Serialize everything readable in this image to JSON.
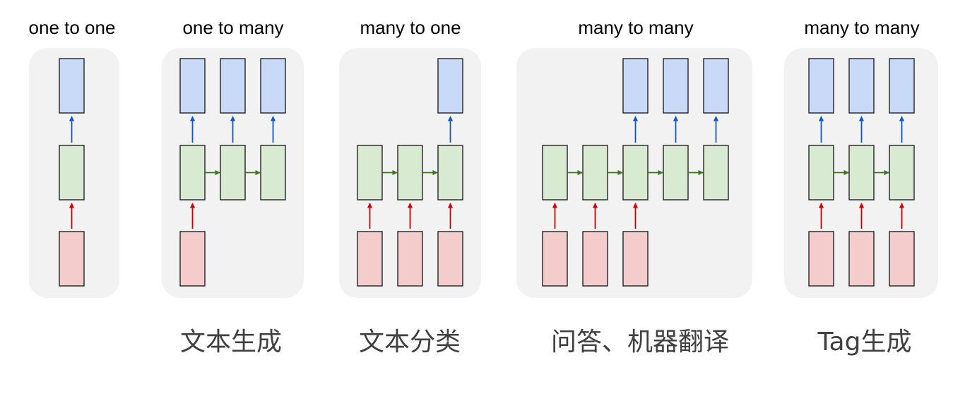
{
  "colors": {
    "output": "#c9daf8",
    "hidden": "#d9ead3",
    "input": "#f4cccc",
    "arrow_out": "#1155cc",
    "arrow_rec": "#38761d",
    "arrow_in": "#cc0000",
    "panel": "#f2f2f2"
  },
  "panels": [
    {
      "id": "one-to-one",
      "title": "one to one",
      "caption": "",
      "columns": [
        {
          "in": true,
          "out": true
        }
      ],
      "recurrent": false
    },
    {
      "id": "one-to-many",
      "title": "one to many",
      "caption": "文本生成",
      "columns": [
        {
          "in": true,
          "out": true
        },
        {
          "in": false,
          "out": true
        },
        {
          "in": false,
          "out": true
        }
      ],
      "recurrent": true
    },
    {
      "id": "many-to-one",
      "title": "many to one",
      "caption": "文本分类",
      "columns": [
        {
          "in": true,
          "out": false
        },
        {
          "in": true,
          "out": false
        },
        {
          "in": true,
          "out": true
        }
      ],
      "recurrent": true
    },
    {
      "id": "many-to-many-seq2seq",
      "title": "many to many",
      "caption": "问答、机器翻译",
      "columns": [
        {
          "in": true,
          "out": false
        },
        {
          "in": true,
          "out": false
        },
        {
          "in": true,
          "out": true
        },
        {
          "in": false,
          "out": true
        },
        {
          "in": false,
          "out": true
        }
      ],
      "recurrent": true
    },
    {
      "id": "many-to-many-sync",
      "title": "many to many",
      "caption": "Tag生成",
      "columns": [
        {
          "in": true,
          "out": true
        },
        {
          "in": true,
          "out": true
        },
        {
          "in": true,
          "out": true
        }
      ],
      "recurrent": true
    }
  ]
}
